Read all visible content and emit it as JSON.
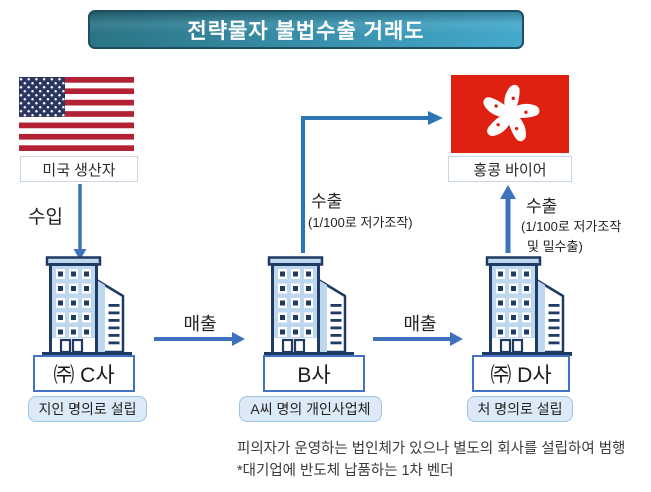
{
  "title": "전략물자 불법수출 거래도",
  "nodes": {
    "us_producer": {
      "label": "미국 생산자"
    },
    "hk_buyer": {
      "label": "홍콩 바이어"
    },
    "company_c": {
      "name": "㈜ C사",
      "note": "지인 명의로 설립"
    },
    "company_b": {
      "name": "B사",
      "note": "A씨 명의 개인사업체"
    },
    "company_d": {
      "name": "㈜ D사",
      "note": "처 명의로 설립"
    }
  },
  "edges": {
    "import_us_to_c": {
      "label": "수입"
    },
    "sales_c_to_b": {
      "label": "매출"
    },
    "sales_b_to_d": {
      "label": "매출"
    },
    "export_b_to_hk": {
      "label": "수출",
      "note": "(1/100로 저가조작)"
    },
    "export_d_to_hk": {
      "label": "수출",
      "note_line1": "(1/100로 저가조작",
      "note_line2": "및 밀수출)"
    }
  },
  "footnote": {
    "line1": "피의자가 운영하는 법인체가 있으나 별도의 회사를 설립하여 범행",
    "line2": "*대기업에 반도체 납품하는 1차 벤더"
  },
  "colors": {
    "arrow_blue": "#3f72bd",
    "export_blue": "#2e75b6",
    "banner_grad_a": "#2a7486",
    "banner_grad_b": "#45a9cc",
    "banner_border": "#1d4e63",
    "bld_navy": "#1f3a63",
    "bld_blue": "#bdd7ee",
    "notebox_fill": "#dce9f7",
    "notebox_border": "#9dc3e6",
    "namebox_border": "#4472c4",
    "hk_red": "#de2110",
    "us_red": "#b22234",
    "us_navy": "#2a3560"
  }
}
